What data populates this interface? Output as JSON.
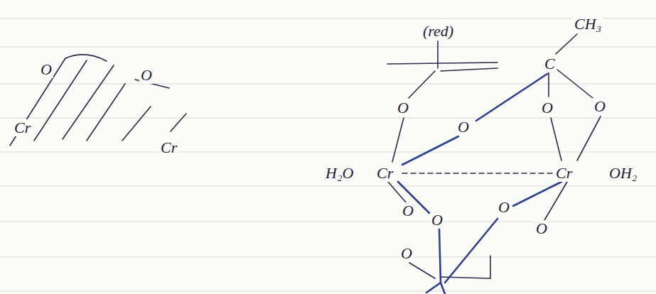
{
  "diagram": {
    "labels": [
      "(red)",
      "CH₃",
      "O",
      "O",
      "C",
      "Cr",
      "O",
      "O",
      "O",
      "O",
      "Cr",
      "H₂O",
      "Cr",
      "Cr",
      "OH₂",
      "O",
      "O",
      "O",
      "O",
      "O"
    ]
  }
}
